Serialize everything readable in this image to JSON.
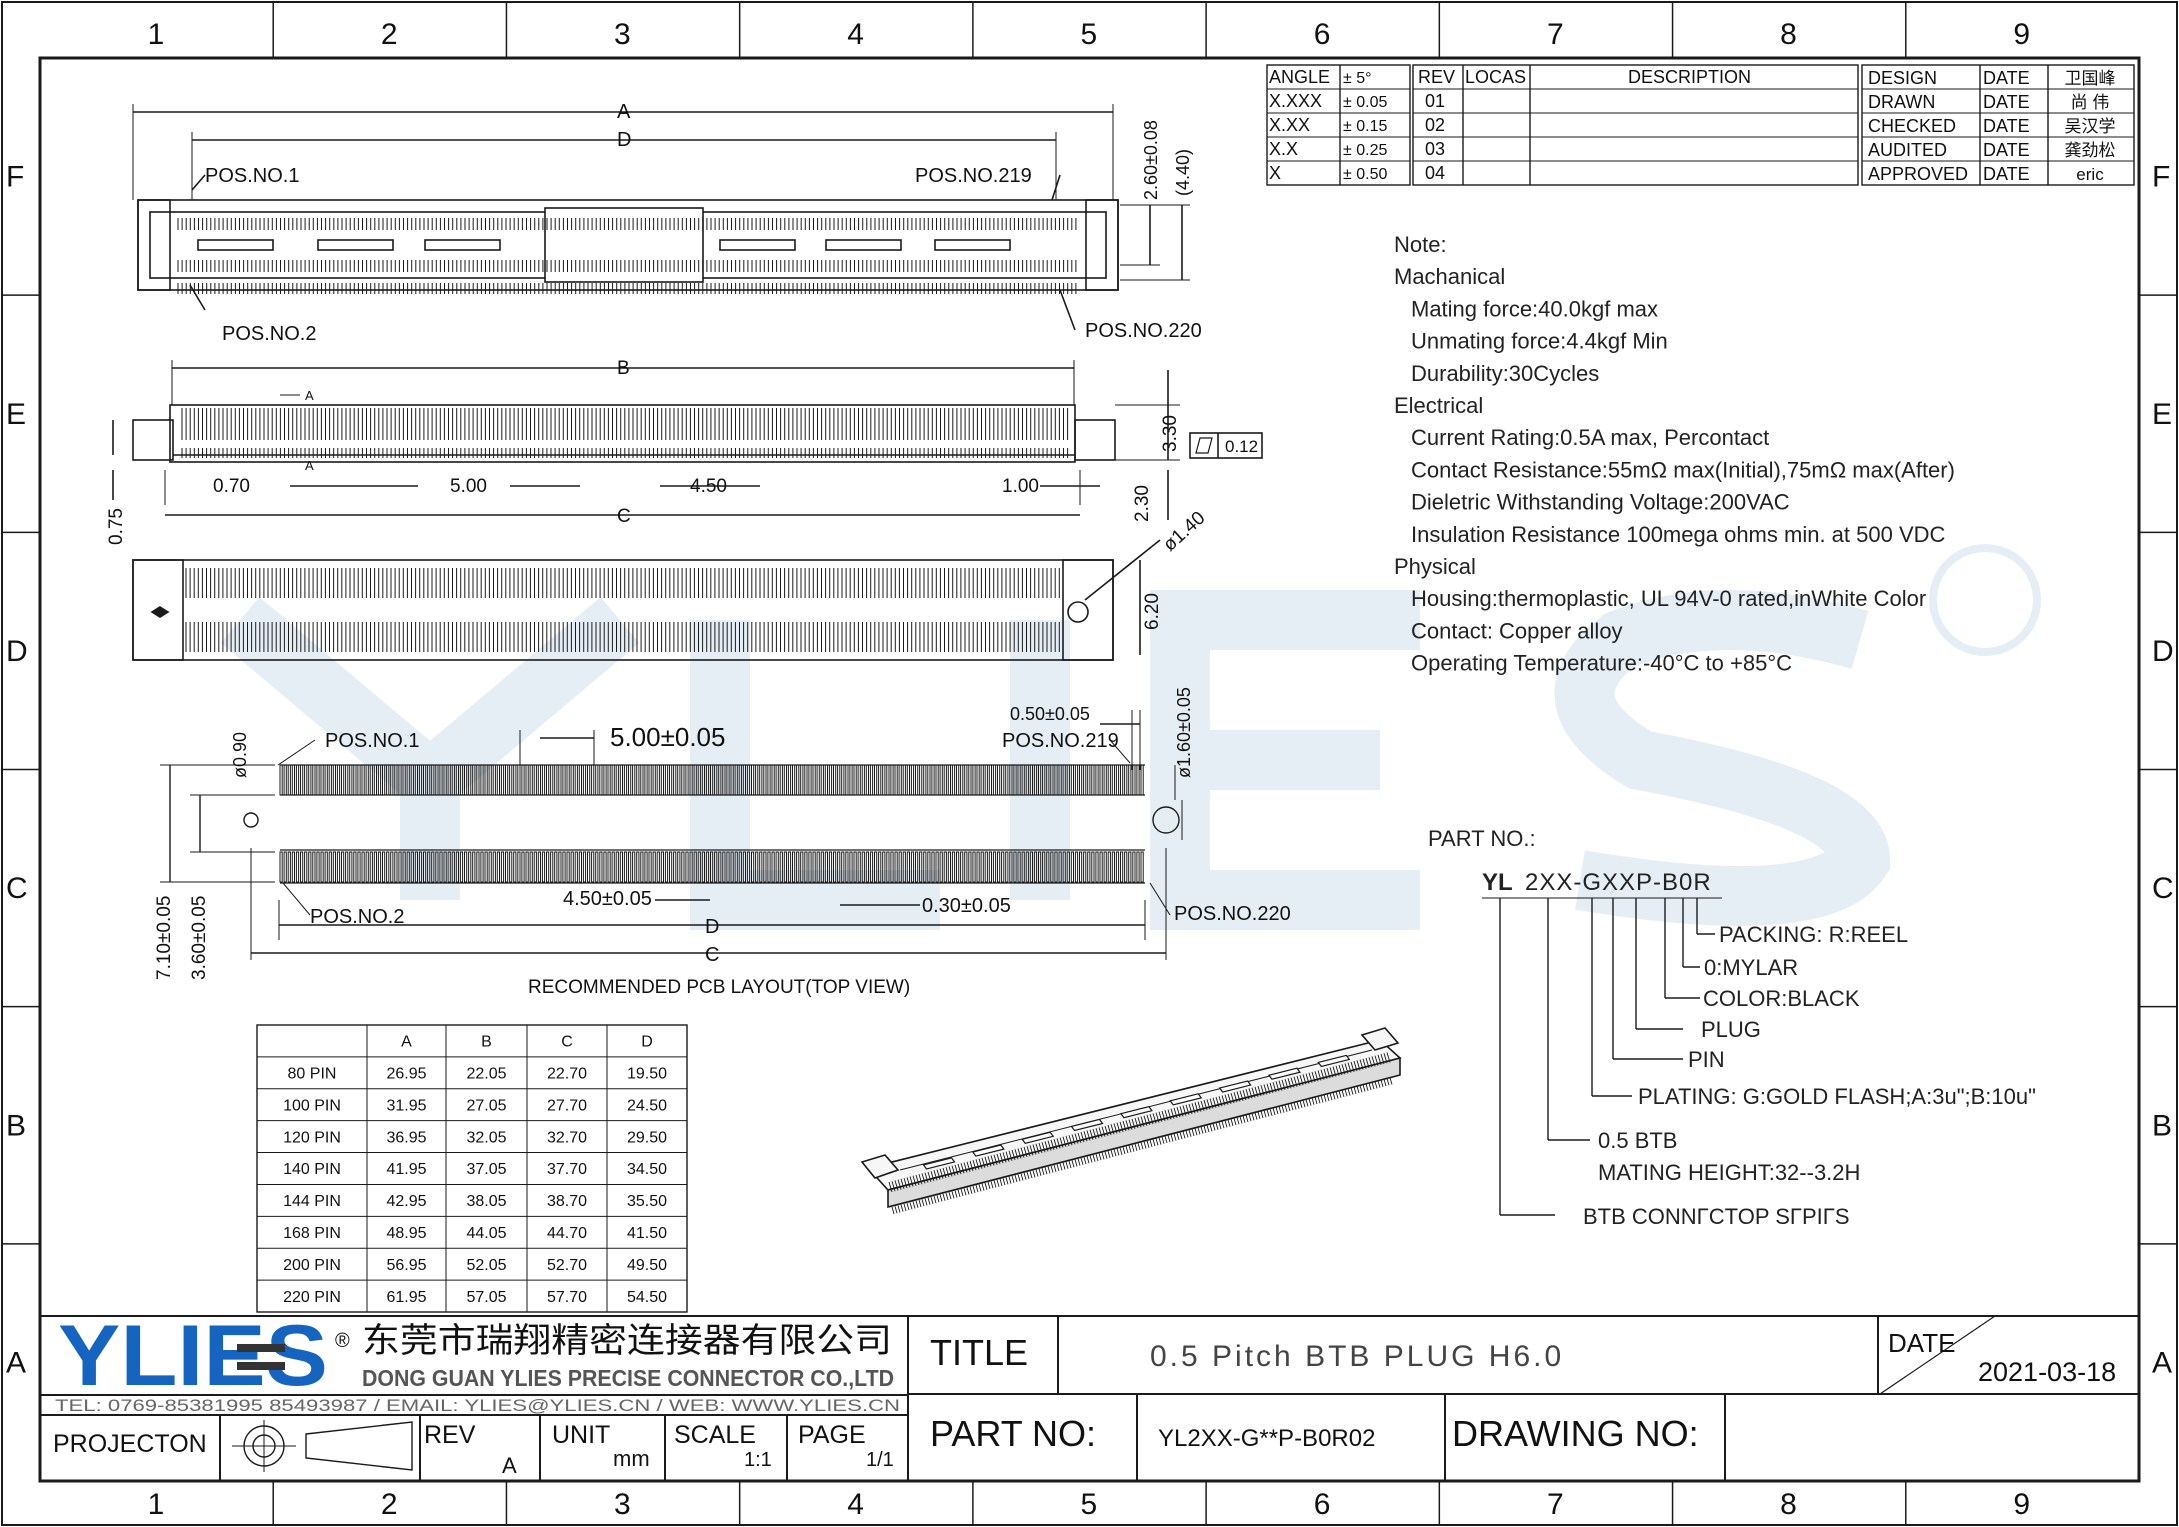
{
  "border": {
    "columns": [
      "1",
      "2",
      "3",
      "4",
      "5",
      "6",
      "7",
      "8",
      "9"
    ],
    "rows": [
      "F",
      "E",
      "D",
      "C",
      "B",
      "A"
    ]
  },
  "revision_block": {
    "tolerances": [
      {
        "label": "ANGLE",
        "value": "± 5°"
      },
      {
        "label": "X.XXX",
        "value": "± 0.05"
      },
      {
        "label": "X.XX",
        "value": "± 0.15"
      },
      {
        "label": "X.X",
        "value": "± 0.25"
      },
      {
        "label": "X",
        "value": "± 0.50"
      }
    ],
    "headers": {
      "rev": "REV",
      "locas": "LOCAS",
      "description": "DESCRIPTION"
    },
    "revs": [
      "01",
      "02",
      "03",
      "04"
    ]
  },
  "approval_block": [
    {
      "role": "DESIGN",
      "date": "DATE",
      "name": "卫国峰"
    },
    {
      "role": "DRAWN",
      "date": "DATE",
      "name": "尚 伟"
    },
    {
      "role": "CHECKED",
      "date": "DATE",
      "name": "吴汉学"
    },
    {
      "role": "AUDITED",
      "date": "DATE",
      "name": "龚劲松"
    },
    {
      "role": "APPROVED",
      "date": "DATE",
      "name": "eric"
    }
  ],
  "notes": [
    "Note:",
    "Machanical",
    "  Mating force:40.0kgf max",
    "  Unmating force:4.4kgf Min",
    "  Durability:30Cycles",
    "Electrical",
    "  Current Rating:0.5A max, Percontact",
    "  Contact Resistance:55mΩ max(Initial),75mΩ max(After)",
    "  Dieletric Withstanding Voltage:200VAC",
    "  Insulation Resistance 100mega ohms min. at 500 VDC",
    "Physical",
    "  Housing:thermoplastic, UL 94V-0 rated,inWhite Color",
    "  Contact: Copper alloy",
    "  Operating Temperature:-40°C to +85°C"
  ],
  "part_number": {
    "heading": "PART NO.:",
    "prefix": "YL",
    "code": "2XX-GXXP-B0R",
    "callouts": [
      "PACKING: R:REEL",
      "0:MYLAR",
      "COLOR:BLACK",
      "PLUG",
      "PIN",
      "PLATING: G:GOLD FLASH;A:3u\";B:10u\"",
      "0.5 BTB",
      "MATING HEIGHT:32--3.2H",
      "BTB CONNΓCTOP SΓPIΓS"
    ]
  },
  "top_view": {
    "dim_a": "A",
    "dim_d": "D",
    "pos1": "POS.NO.1",
    "pos2": "POS.NO.2",
    "pos219": "POS.NO.219",
    "pos220": "POS.NO.220",
    "h1": "2.60±0.08",
    "h2": "(4.40)"
  },
  "side_view": {
    "dim_b": "B",
    "dim_c": "C",
    "a_mark": "A",
    "d070": "0.70",
    "d500": "5.00",
    "d450": "4.50",
    "d100": "1.00",
    "d075": "0.75",
    "d330": "3.30",
    "d230": "2.30",
    "flat": "0.12"
  },
  "bottom_view": {
    "d620": "6.20",
    "d140": "ø1.40"
  },
  "pcb_layout": {
    "pos1": "POS.NO.1",
    "pos2": "POS.NO.2",
    "pos219": "POS.NO.219",
    "pos220": "POS.NO.220",
    "pitch5": "5.00±0.05",
    "pitch45": "4.50±0.05",
    "pitch05": "0.50±0.05",
    "pad30": "0.30±0.05",
    "hole90": "ø0.90",
    "hole160": "ø1.60±0.05",
    "v710": "7.10±0.05",
    "v360": "3.60±0.05",
    "dim_d": "D",
    "dim_c": "C",
    "caption": "RECOMMENDED PCB LAYOUT(TOP VIEW)"
  },
  "dimension_table": {
    "headers": [
      "",
      "A",
      "B",
      "C",
      "D"
    ],
    "rows": [
      [
        "80 PIN",
        "26.95",
        "22.05",
        "22.70",
        "19.50"
      ],
      [
        "100 PIN",
        "31.95",
        "27.05",
        "27.70",
        "24.50"
      ],
      [
        "120 PIN",
        "36.95",
        "32.05",
        "32.70",
        "29.50"
      ],
      [
        "140 PIN",
        "41.95",
        "37.05",
        "37.70",
        "34.50"
      ],
      [
        "144 PIN",
        "42.95",
        "38.05",
        "38.70",
        "35.50"
      ],
      [
        "168 PIN",
        "48.95",
        "44.05",
        "44.70",
        "41.50"
      ],
      [
        "200 PIN",
        "56.95",
        "52.05",
        "52.70",
        "49.50"
      ],
      [
        "220 PIN",
        "61.95",
        "57.05",
        "57.70",
        "54.50"
      ]
    ]
  },
  "title_block": {
    "logo": "YLIES",
    "registered": "®",
    "company_cn": "东莞市瑞翔精密连接器有限公司",
    "company_en": "DONG GUAN YLIES PRECISE CONNECTOR CO.,LTD",
    "contact": "TEL: 0769-85381995 85493987 / EMAIL: YLIES@YLIES.CN / WEB: WWW.YLIES.CN",
    "projection_label": "PROJECTON",
    "rev_label": "REV",
    "rev_value": "A",
    "unit_label": "UNIT",
    "unit_value": "mm",
    "scale_label": "SCALE",
    "scale_value": "1:1",
    "page_label": "PAGE",
    "page_value": "1/1",
    "title_label": "TITLE",
    "title_value": "0.5 Pitch BTB PLUG H6.0",
    "date_label": "DATE",
    "date_value": "2021-03-18",
    "partno_label": "PART NO:",
    "partno_value": "YL2XX-G**P-B0R02",
    "drawingno_label": "DRAWING NO:"
  },
  "colors": {
    "line": "#1a1a1a",
    "watermark": "#e9f0f6",
    "logo_blue": "#1565c0",
    "logo_dark": "#333333"
  }
}
